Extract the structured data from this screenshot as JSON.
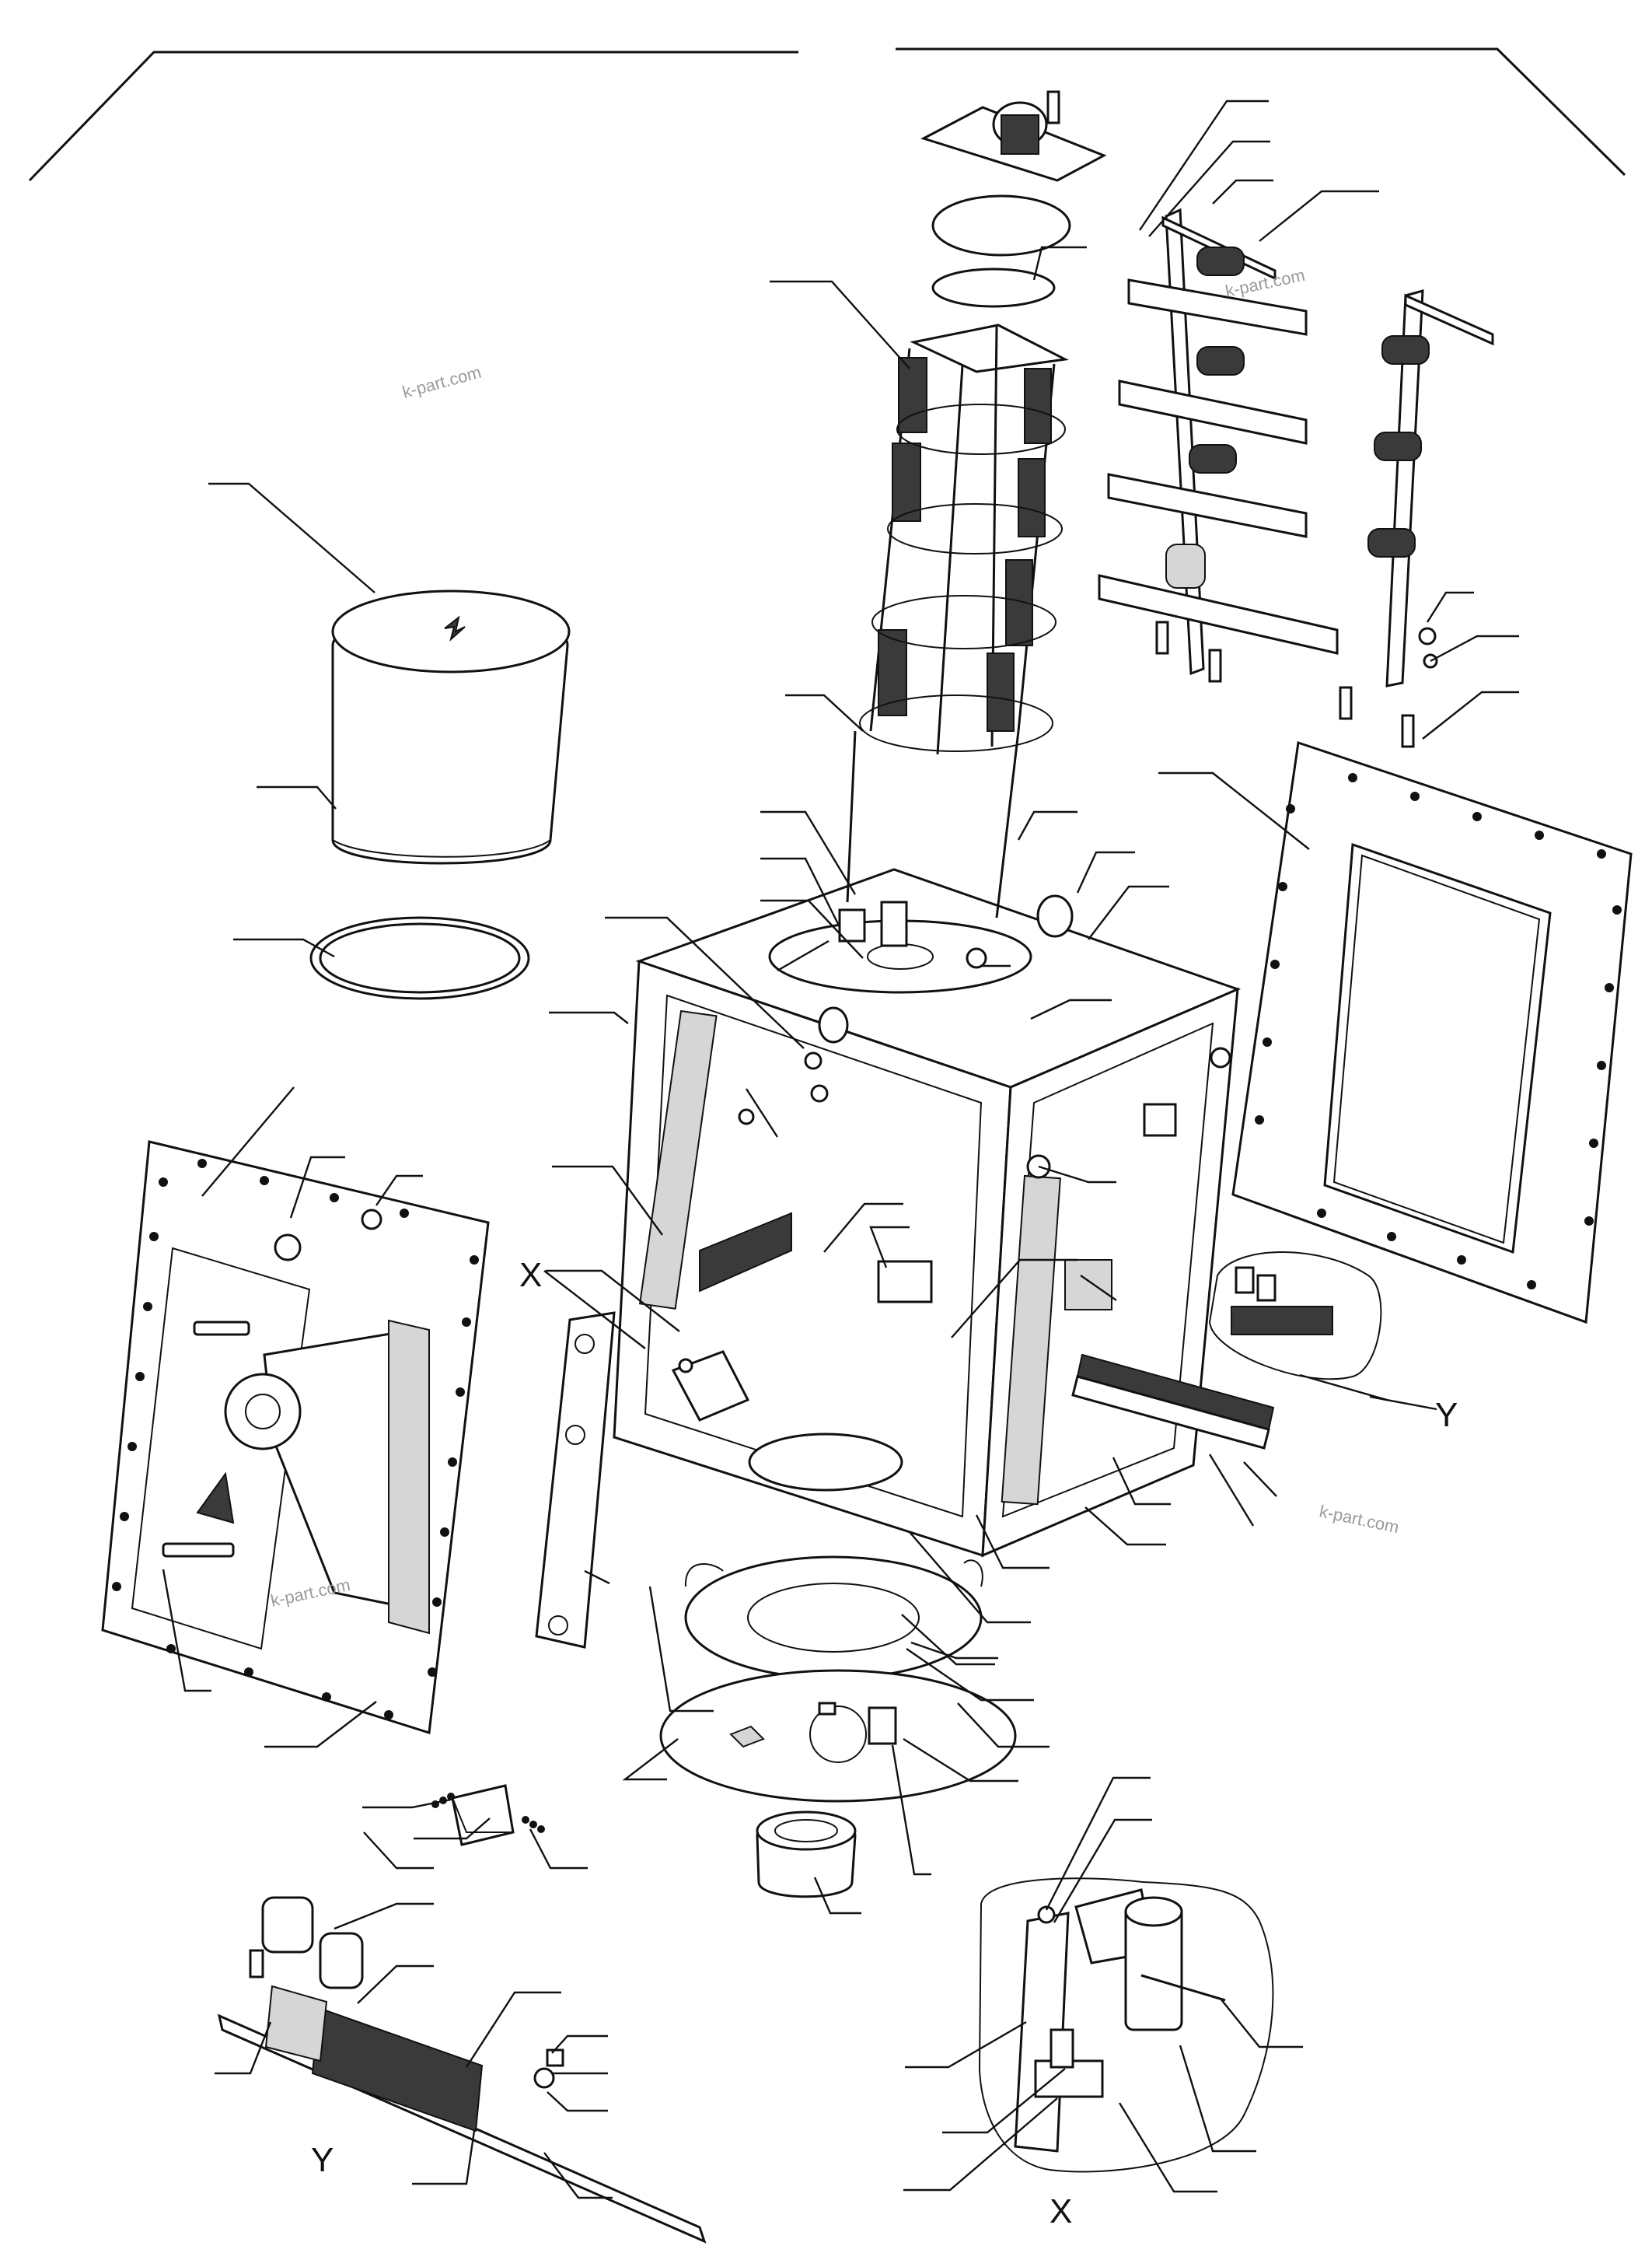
{
  "callouts": {
    "detail_x": "X",
    "detail_y": "Y",
    "detail_x_title": "X",
    "detail_y_title": "Y"
  },
  "watermarks": [
    "k-part.com",
    "k-part.com",
    "k-part.com",
    "k-part.com"
  ]
}
